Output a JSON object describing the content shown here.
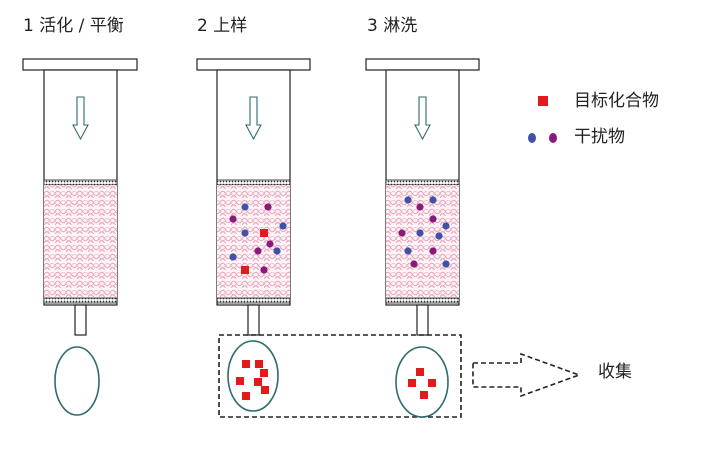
{
  "steps": [
    {
      "label": "1 活化 / 平衡"
    },
    {
      "label": "2 上样"
    },
    {
      "label": "3 淋洗"
    }
  ],
  "legend": {
    "target": "目标化合物",
    "interference": "干扰物"
  },
  "collect_label": "收集",
  "colors": {
    "target": "#e31a1c",
    "interference_blue": "#3f51a8",
    "interference_purple": "#8a1a7a",
    "packing_mesh": "#e8a0b8",
    "drop_outline": "#2f6b6b",
    "outline": "#222222"
  }
}
